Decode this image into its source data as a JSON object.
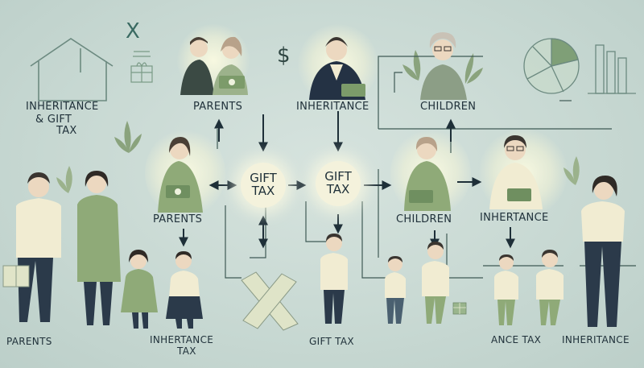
{
  "labels": {
    "tl_line1": "INHERITANCE",
    "tl_line2": "&  GIFT",
    "tl_line3": "TAX",
    "parents_top": "PARENTS",
    "inheritance_top": "INHERITANCE",
    "children_top": "CHILDREN",
    "parents_mid": "PARENTS",
    "children_mid": "CHILDREN",
    "inheritance_mid": "INHERTANCE",
    "parents_bottom": "PARENTS",
    "inheritance_tax_line1": "INHERTANCE",
    "inheritance_tax_line2": "TAX",
    "gift_tax_bottom": "GIFT TAX",
    "ance_tax_bottom": "ANCE TAX",
    "inheritance_bottom": "INHERITANCE",
    "dollar": "$",
    "x_mark": "X"
  },
  "nodes": {
    "gift_tax_1_line1": "GIFT",
    "gift_tax_1_line2": "TAX",
    "gift_tax_2_line1": "GIFT",
    "gift_tax_2_line2": "TAX"
  },
  "colors": {
    "background": "#c9d9d4",
    "line": "#3f5a55",
    "arrow": "#1e2f38",
    "green": "#7d9a6c",
    "dark_suit": "#3b4a44",
    "cream": "#f1ecd2",
    "navy": "#2b3a4a"
  }
}
